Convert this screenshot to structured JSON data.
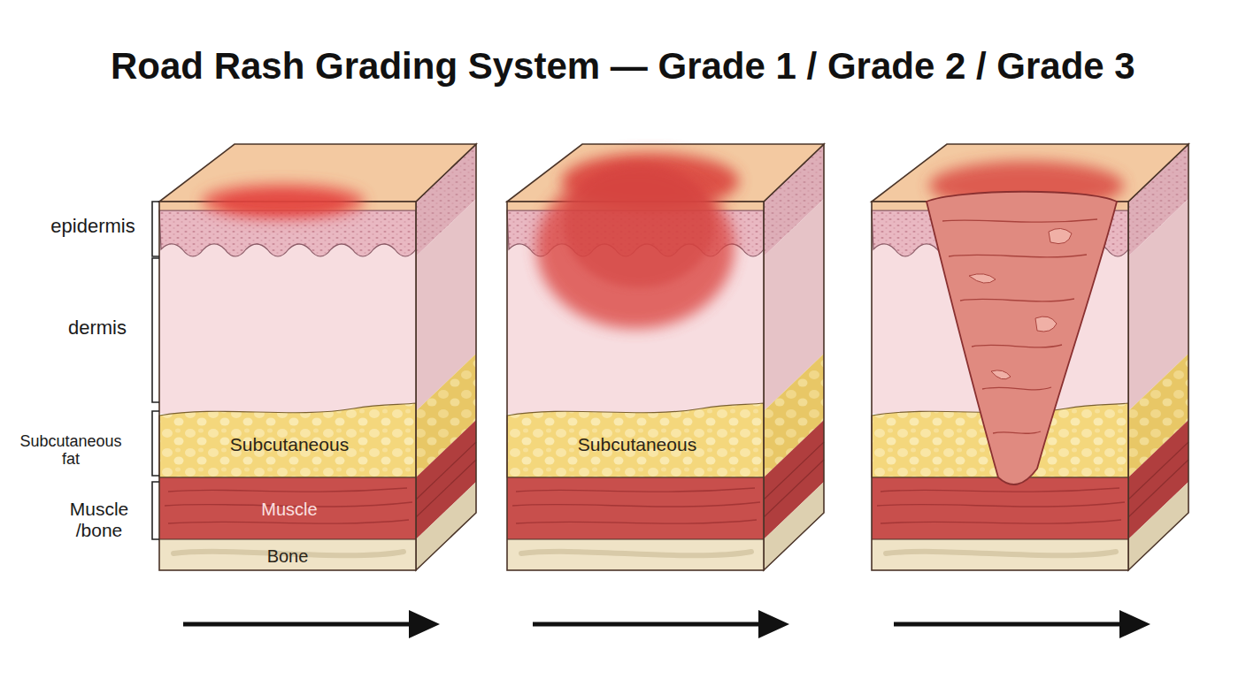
{
  "diagram": {
    "title": "Road Rash Grading System — Grade 1 / Grade 2 / Grade 3",
    "labels": [
      "epidermis",
      "dermis",
      "Subcutaneous fat",
      "Subcutaneous",
      "Subcutaneous",
      "Muscle /bone",
      "Muscle",
      "Bone"
    ]
  }
}
